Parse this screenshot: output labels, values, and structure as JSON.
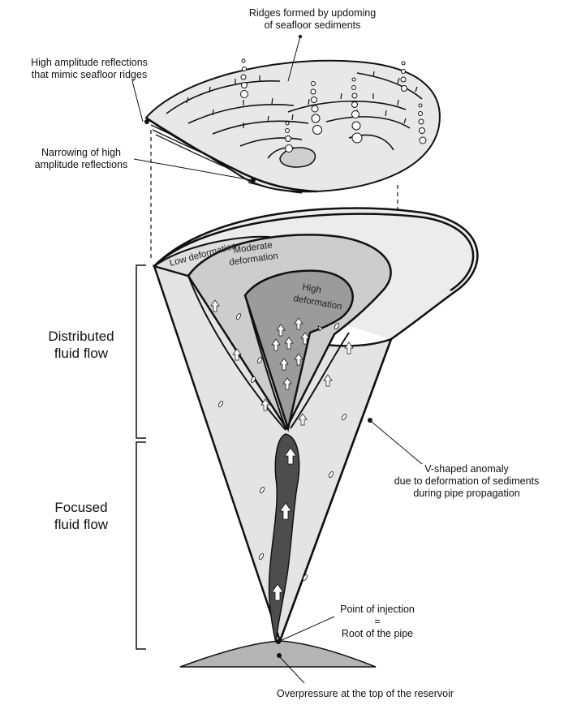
{
  "labels": {
    "ridges_top": "Ridges formed by updoming",
    "ridges_bottom": "of seafloor sediments",
    "high_amp_top": "High amplitude reflections",
    "high_amp_bottom": "that mimic seafloor ridges",
    "narrowing_top": "Narrowing of high",
    "narrowing_bottom": "amplitude reflections",
    "low_deformation": "Low deformation",
    "moderate_top": "Moderate",
    "moderate_bottom": "deformation",
    "high_top": "High",
    "high_bottom": "deformation",
    "distributed_top": "Distributed",
    "distributed_bottom": "fluid flow",
    "focused_top": "Focused",
    "focused_bottom": "fluid flow",
    "vshaped_line1": "V-shaped anomaly",
    "vshaped_line2": "due to deformation of sediments",
    "vshaped_line3": "during pipe propagation",
    "injection_line1": "Point of injection",
    "injection_line2": "=",
    "injection_line3": "Root of the pipe",
    "overpressure": "Overpressure at the top of the reservoir"
  },
  "colors": {
    "outline": "#111111",
    "cone_fill": "#e4e4e4",
    "moderate_fill": "#cdcdcd",
    "high_fill": "#9b9b9b",
    "pipe_fill": "#4d4d4d",
    "disc_fill": "#e8e8e8",
    "reservoir_fill": "#b4b4b4"
  }
}
